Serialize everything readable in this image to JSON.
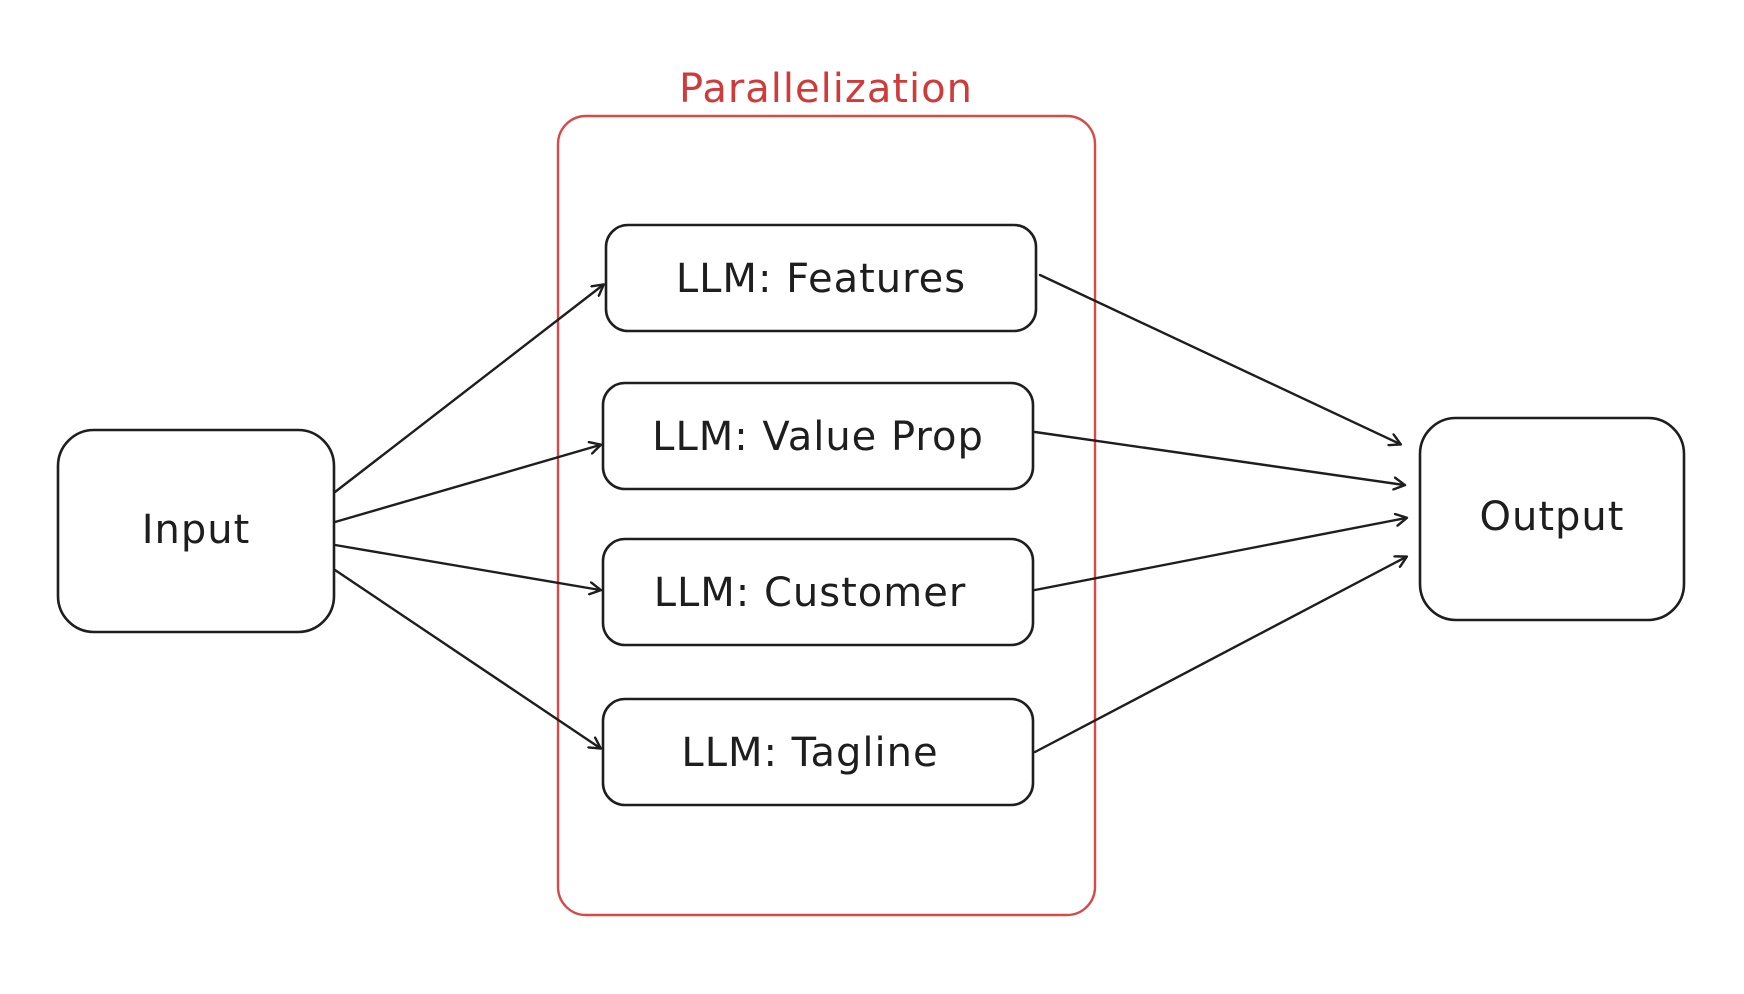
{
  "diagram": {
    "group": {
      "title": "Parallelization",
      "color": "#d94a47"
    },
    "nodes": {
      "input": "Input",
      "output": "Output",
      "llm_features": "LLM: Features",
      "llm_value_prop": "LLM: Value Prop",
      "llm_customer": "LLM: Customer",
      "llm_tagline": "LLM: Tagline"
    },
    "edges": [
      {
        "from": "input",
        "to": "llm_features"
      },
      {
        "from": "input",
        "to": "llm_value_prop"
      },
      {
        "from": "input",
        "to": "llm_customer"
      },
      {
        "from": "input",
        "to": "llm_tagline"
      },
      {
        "from": "llm_features",
        "to": "output"
      },
      {
        "from": "llm_value_prop",
        "to": "output"
      },
      {
        "from": "llm_customer",
        "to": "output"
      },
      {
        "from": "llm_tagline",
        "to": "output"
      }
    ],
    "stroke_color": "#1e1e1e"
  }
}
